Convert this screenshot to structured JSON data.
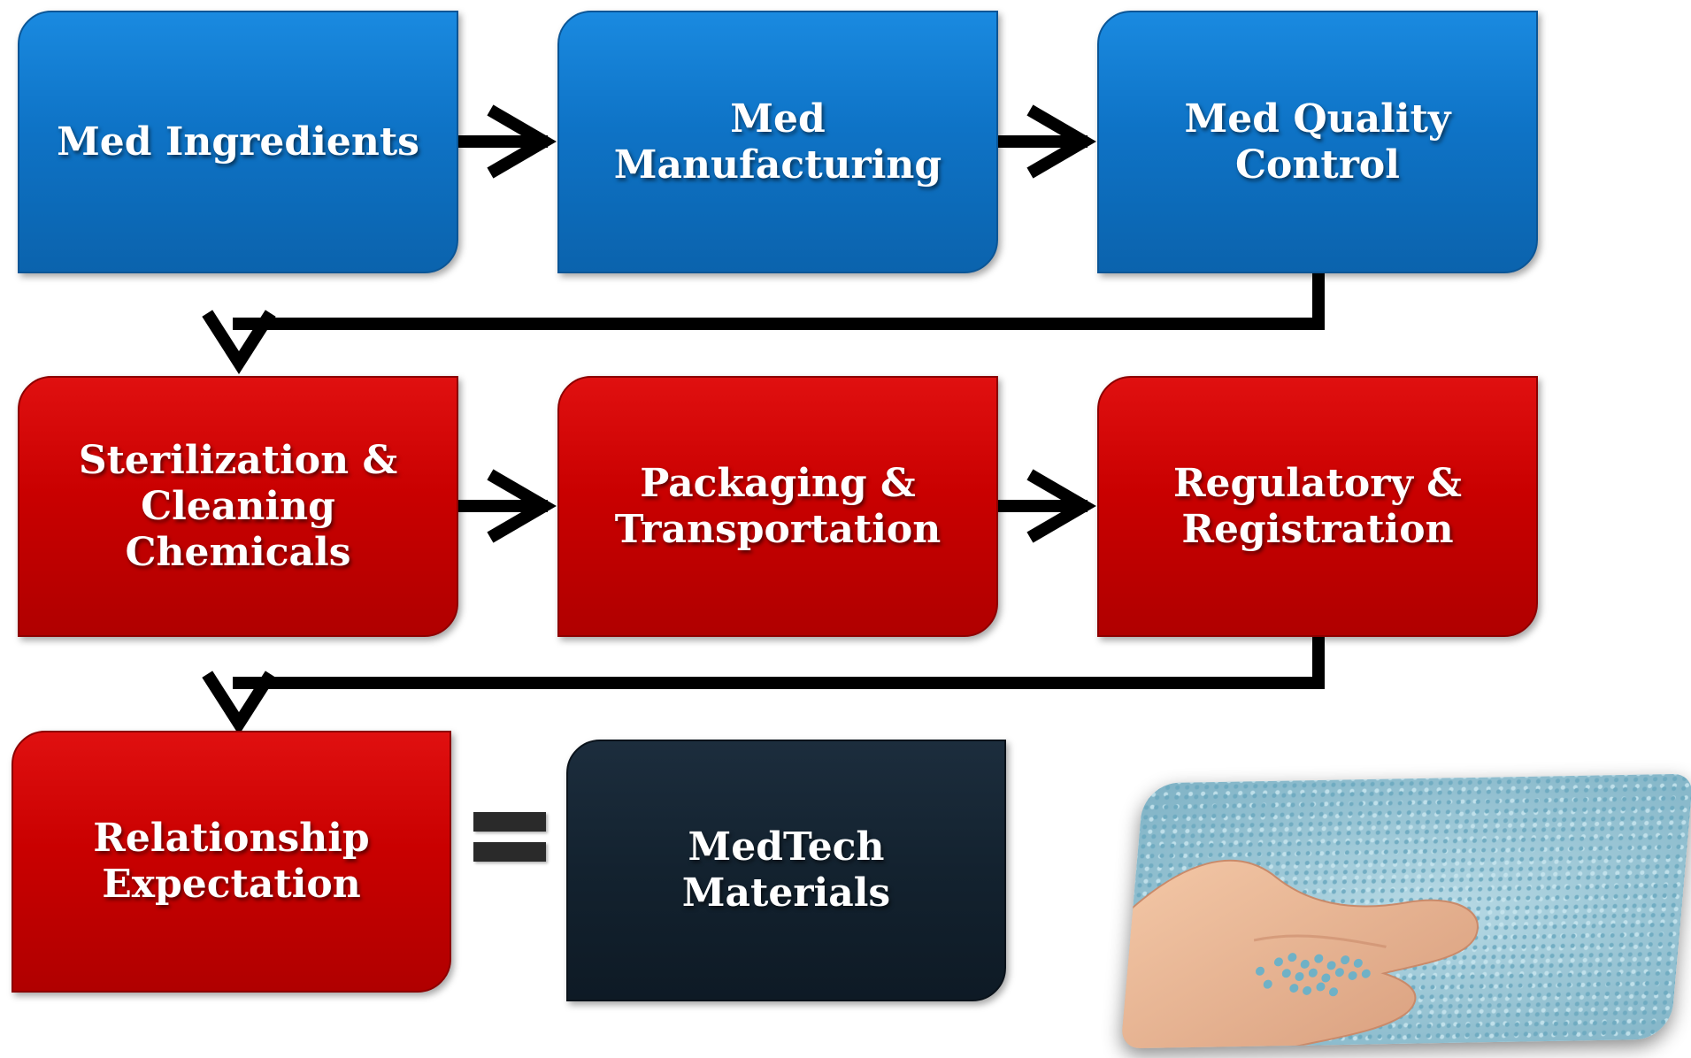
{
  "nodes": {
    "med_ingredients": "Med Ingredients",
    "med_manufacturing": "Med\nManufacturing",
    "med_quality_control": "Med Quality\nControl",
    "sterilization_cleaning": "Sterilization &\nCleaning\nChemicals",
    "packaging_transportation": "Packaging &\nTransportation",
    "regulatory_registration": "Regulatory &\nRegistration",
    "relationship_expectation": "Relationship\nExpectation",
    "medtech_materials": "MedTech\nMaterials"
  },
  "colors": {
    "blue": "#0e73c6",
    "red": "#c90000",
    "navy": "#13222f",
    "arrow": "#000000"
  },
  "icons": {
    "equals": "equals-sign",
    "photo": "hand-holding-plastic-granules-photo"
  }
}
